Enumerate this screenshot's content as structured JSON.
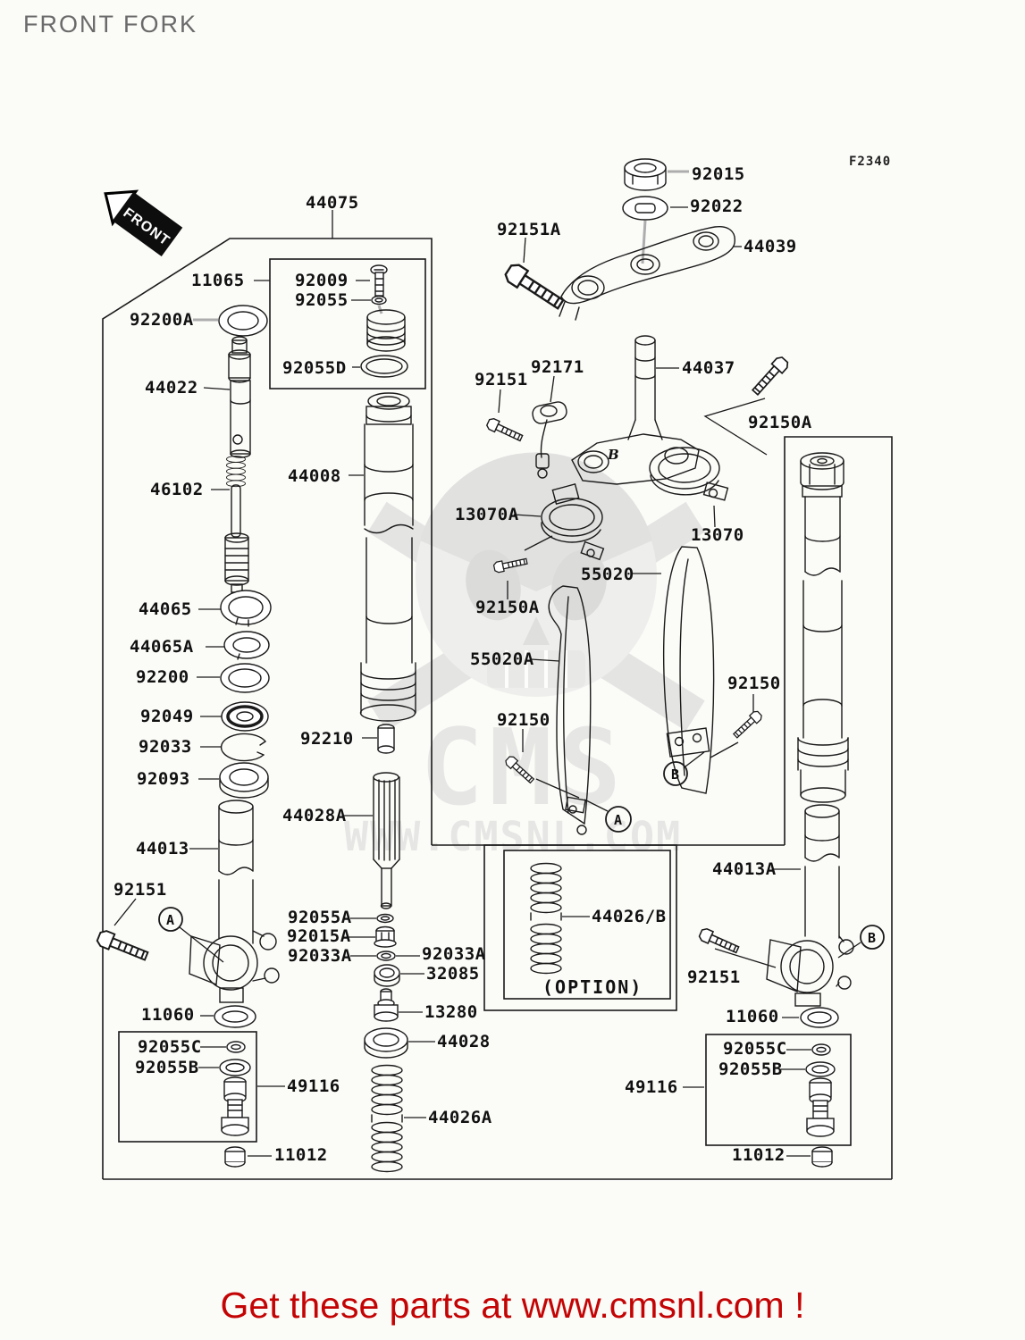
{
  "page": {
    "title": "FRONT FORK",
    "figure_code": "F2340",
    "front_arrow_text": "FRONT",
    "option_label": "(OPTION)",
    "footer_text": "Get these parts at www.cmsnl.com !",
    "footer_color": "#c40404",
    "title_color": "#6a6a6a",
    "background_color": "#fbfbf8",
    "line_color": "#1a1a1a"
  },
  "watermark": {
    "big_text": "CMS",
    "url_text": "WWW.CMSNL.COM",
    "color": "#d2d2d2"
  },
  "refs": {
    "a": "A",
    "b": "B"
  },
  "part_numbers": {
    "44075": "44075",
    "92151A": "92151A",
    "92015": "92015",
    "92022": "92022",
    "44039": "44039",
    "11065": "11065",
    "92009": "92009",
    "92055": "92055",
    "92055D": "92055D",
    "92200A": "92200A",
    "44022": "44022",
    "46102": "46102",
    "44008": "44008",
    "44065": "44065",
    "44065A": "44065A",
    "92200": "92200",
    "92049": "92049",
    "92033": "92033",
    "92093": "92093",
    "92210": "92210",
    "44013": "44013",
    "92151": "92151",
    "11060": "11060",
    "92055C": "92055C",
    "92055B": "92055B",
    "49116": "49116",
    "11012": "11012",
    "44028A": "44028A",
    "92055A": "92055A",
    "92015A": "92015A",
    "92033A": "92033A",
    "32085": "32085",
    "13280": "13280",
    "44028": "44028",
    "44026A": "44026A",
    "44026B": "44026/B",
    "92171": "92171",
    "44037": "44037",
    "92150A": "92150A",
    "13070A": "13070A",
    "13070": "13070",
    "55020": "55020",
    "55020A": "55020A",
    "92150": "92150",
    "44013A": "44013A"
  }
}
